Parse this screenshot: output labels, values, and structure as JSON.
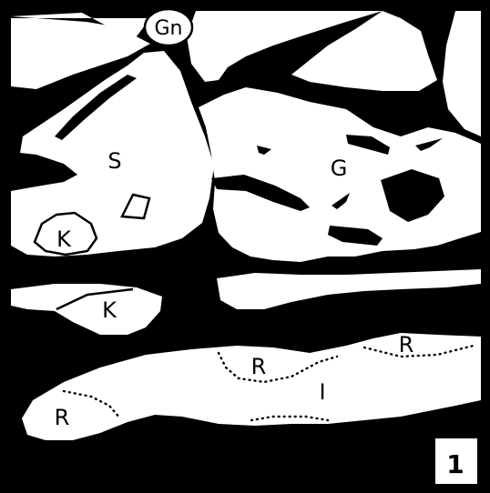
{
  "figure": {
    "panel_number": "1",
    "labels": {
      "gneiss": "Gn",
      "large_grain_s": "S",
      "large_grain_g": "G",
      "k_inclusion": "K",
      "k_grain": "K",
      "ribbon_i": "I",
      "r_left": "R",
      "r_middle": "R",
      "r_right": "R"
    }
  },
  "colors": {
    "matrix": "#000000",
    "grain": "#ffffff"
  }
}
